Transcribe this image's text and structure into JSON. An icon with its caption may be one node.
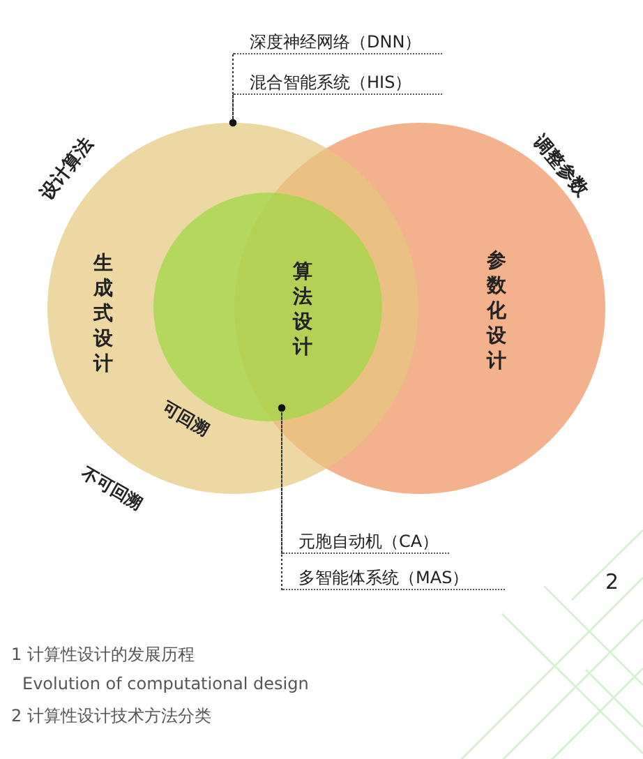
{
  "diagram": {
    "nodes": [
      {
        "text": [
          "生成式设计"
        ]
      },
      {
        "text": [
          "参数化设计"
        ]
      },
      {
        "text": [
          "算法设计"
        ],
        "in": 0
      },
      {
        "text": [
          "深度神经网络（DNN）"
        ]
      },
      {
        "text": [
          "混合智能系统（HIS）"
        ]
      },
      {
        "text": [
          "元胞自动机（CA）"
        ]
      },
      {
        "text": [
          "多智能体系统（MAS）"
        ]
      }
    ],
    "edges": [
      {
        "from": 3,
        "to": 0,
        "arrow": "other",
        "style": "dashed"
      },
      {
        "from": 4,
        "to": 0,
        "arrow": "other",
        "style": "dashed"
      },
      {
        "from": 5,
        "to": 2,
        "arrow": "other",
        "style": "dashed"
      },
      {
        "from": 6,
        "to": 2,
        "arrow": "other",
        "style": "dashed"
      }
    ],
    "labels": [
      "设计算法",
      "调整参数",
      "可回溯",
      "不可回溯",
      "2",
      "1 计算性设计的发展历程",
      "Evolution of computational design",
      "2 计算性设计技术方法分类"
    ]
  }
}
